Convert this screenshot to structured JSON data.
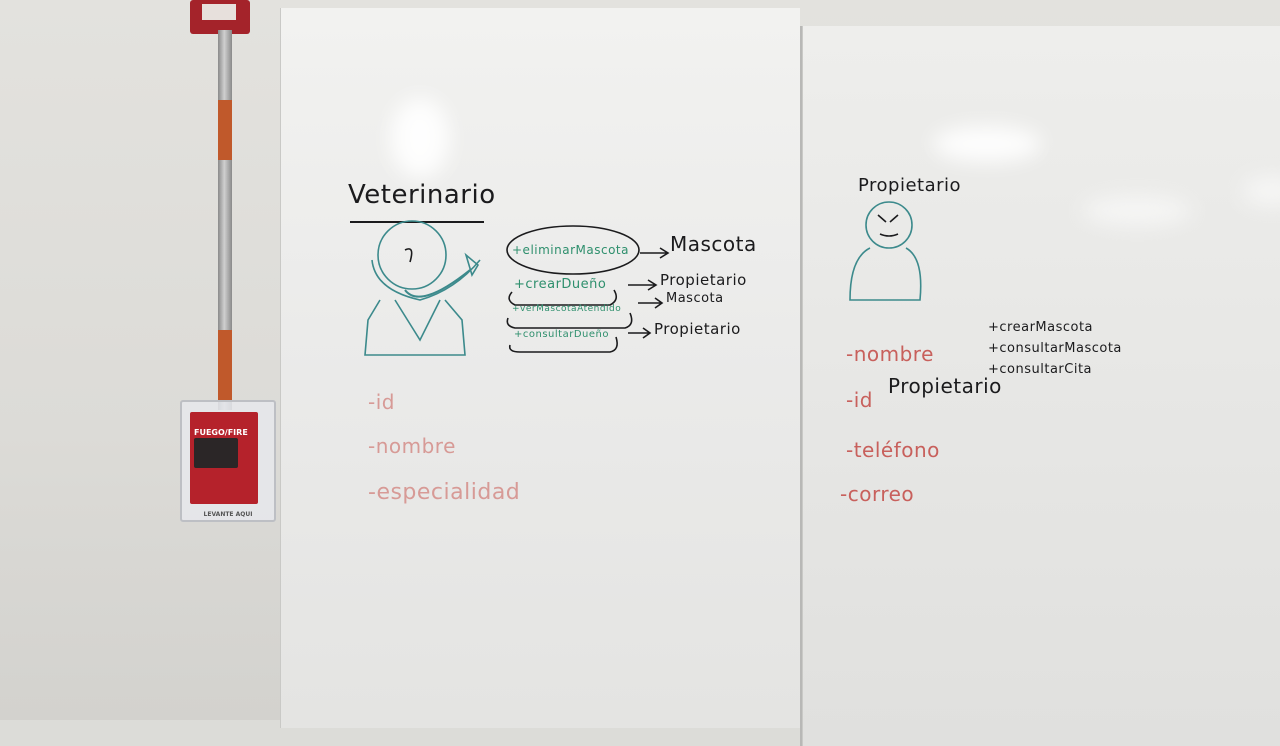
{
  "alarm": {
    "pull_label": "FUEGO/FIRE",
    "plate_caption": "LEVANTE AQUI"
  },
  "whiteboard": {
    "left": {
      "class_title": "Veterinario",
      "methods": [
        {
          "text": "+eliminarMascota",
          "target": "Mascota"
        },
        {
          "text": "+crearDueño",
          "target": "Propietario"
        },
        {
          "text": "+verMascotaAtendido",
          "target": "Mascota"
        },
        {
          "text": "+consultarDueño",
          "target": "Propietario"
        }
      ],
      "attributes": [
        "-id",
        "-nombre",
        "-especialidad"
      ]
    },
    "right": {
      "class_title": "Propietario",
      "methods": [
        "+crearMascota",
        "+consultarMascota",
        "+consultarCita"
      ],
      "attributes": [
        "-nombre",
        "-id",
        "-teléfono",
        "-correo"
      ],
      "overwrite_label": "Propietario"
    }
  },
  "colors": {
    "marker_black": "#1b1b1d",
    "marker_green": "#2e8f6d",
    "marker_red": "#c8605c",
    "alarm_red": "#b5222b"
  }
}
